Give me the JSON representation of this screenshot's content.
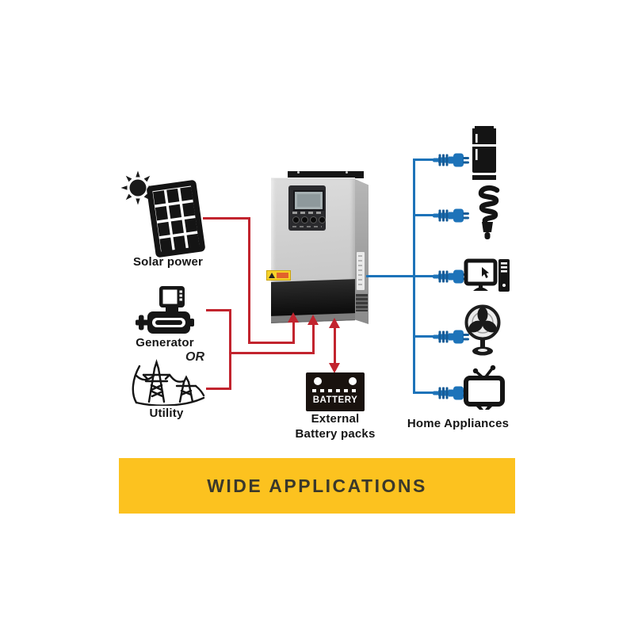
{
  "colors": {
    "red": "#c2242e",
    "blue": "#1d73b9",
    "ink": "#1a1a1a",
    "banner-bg": "#fcc21f",
    "banner-ink": "#3a382b"
  },
  "labels": {
    "solar": "Solar power",
    "generator": "Generator",
    "or": "OR",
    "utility": "Utility",
    "battery": "BATTERY",
    "external_1": "External",
    "external_2": "Battery packs",
    "home_appliances": "Home Appliances"
  },
  "banner": {
    "title": "WIDE APPLICATIONS"
  },
  "icons": {
    "sources": [
      "sun-icon",
      "solar-panel-icon",
      "generator-icon",
      "utility-towers-icon"
    ],
    "center": [
      "inverter-unit",
      "battery-icon"
    ],
    "appliances": [
      "power-plug-icon",
      "refrigerator-icon",
      "cfl-bulb-icon",
      "desktop-computer-icon",
      "fan-icon",
      "tv-icon"
    ]
  },
  "connections": {
    "solar_input": "solar-to-inverter",
    "ac_input": "generator-or-utility-to-inverter",
    "battery_link": "inverter-battery-bidirectional",
    "output": "inverter-to-home-appliances"
  }
}
